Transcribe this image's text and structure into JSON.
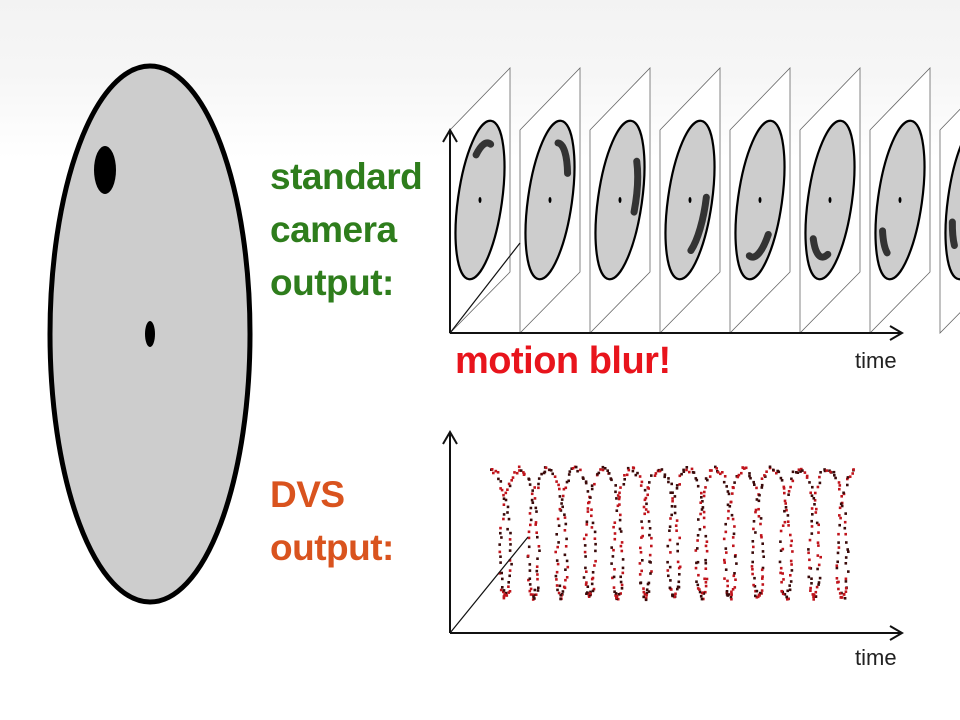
{
  "labels": {
    "standard_output": "standard\ncamera\noutput:",
    "dvs_output": "DVS\noutput:",
    "motion_blur": "motion blur!",
    "time_top": "time",
    "time_bottom": "time"
  },
  "colors": {
    "disk_fill": "#cdcdcd",
    "disk_outline": "#000000",
    "blur_mark": "#333333",
    "standard_label": "#2e7d1c",
    "dvs_label": "#d9531e",
    "motion_blur_label": "#e8141c",
    "event_red": "#c0141c",
    "event_dark": "#3a0a0a"
  },
  "frames": [
    {
      "blur_start_deg": -40,
      "blur_end_deg": 10
    },
    {
      "blur_start_deg": 0,
      "blur_end_deg": 60
    },
    {
      "blur_start_deg": 45,
      "blur_end_deg": 100
    },
    {
      "blur_start_deg": 85,
      "blur_end_deg": 150
    },
    {
      "blur_start_deg": 125,
      "blur_end_deg": 190
    },
    {
      "blur_start_deg": 160,
      "blur_end_deg": 225
    },
    {
      "blur_start_deg": 200,
      "blur_end_deg": 235
    },
    {
      "blur_start_deg": 215,
      "blur_end_deg": 245
    }
  ],
  "dvs": {
    "loops": 13,
    "events_per_loop": 60
  }
}
